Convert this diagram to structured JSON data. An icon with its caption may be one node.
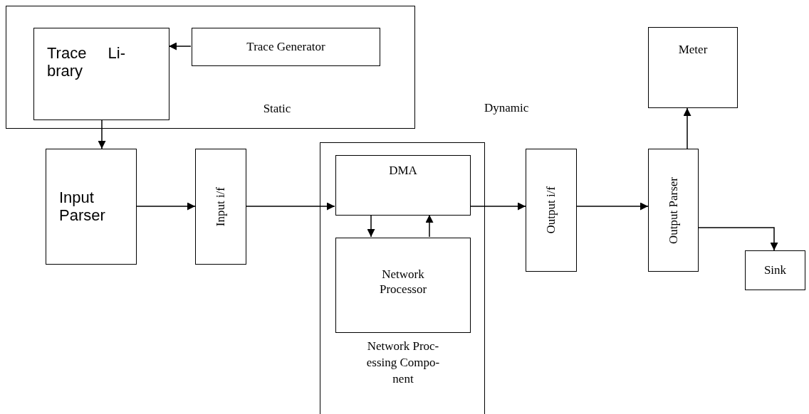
{
  "diagram": {
    "nodes": [
      {
        "text": [
          "Static"
        ]
      },
      {
        "text": [
          "Trace Li- brary"
        ],
        "in": 0
      },
      {
        "text": [
          "Trace Generator"
        ],
        "in": 0
      },
      {
        "text": [
          "Input Parser"
        ]
      },
      {
        "text": [
          "Input i/f"
        ]
      },
      {
        "text": [
          "Network Proc- essing Compo- nent"
        ]
      },
      {
        "text": [
          "DMA"
        ],
        "in": 5
      },
      {
        "text": [
          "Network Processor"
        ],
        "in": 5
      },
      {
        "text": [
          "Output i/f"
        ]
      },
      {
        "text": [
          "Output Parser"
        ]
      },
      {
        "text": [
          "Meter"
        ]
      },
      {
        "text": [
          "Sink"
        ]
      }
    ],
    "edges": [
      {
        "from": 2,
        "to": 1,
        "arrow": "to"
      },
      {
        "from": 1,
        "to": 3,
        "arrow": "to"
      },
      {
        "from": 3,
        "to": 4,
        "arrow": "to"
      },
      {
        "from": 4,
        "to": 6,
        "arrow": "to"
      },
      {
        "from": 6,
        "to": 7,
        "arrow": "to"
      },
      {
        "from": 7,
        "to": 6,
        "arrow": "to"
      },
      {
        "from": 6,
        "to": 8,
        "arrow": "to"
      },
      {
        "from": 8,
        "to": 9,
        "arrow": "to"
      },
      {
        "from": 9,
        "to": 10,
        "arrow": "to"
      },
      {
        "from": 9,
        "to": 11,
        "arrow": "to"
      }
    ],
    "labels": [
      "Dynamic"
    ]
  }
}
